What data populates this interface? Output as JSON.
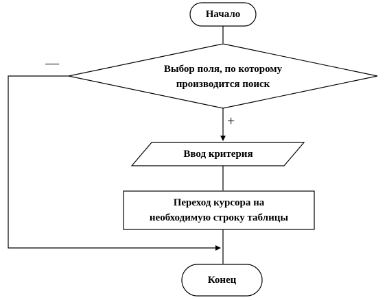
{
  "flowchart": {
    "start": "Начало",
    "decision": {
      "line1": "Выбор поля, по которому",
      "line2": "производится поиск"
    },
    "input": "Ввод критерия",
    "process": {
      "line1": "Переход курсора на",
      "line2": "необходимую строку таблицы"
    },
    "end": "Конец",
    "branch_yes": "+",
    "branch_no": "—"
  }
}
